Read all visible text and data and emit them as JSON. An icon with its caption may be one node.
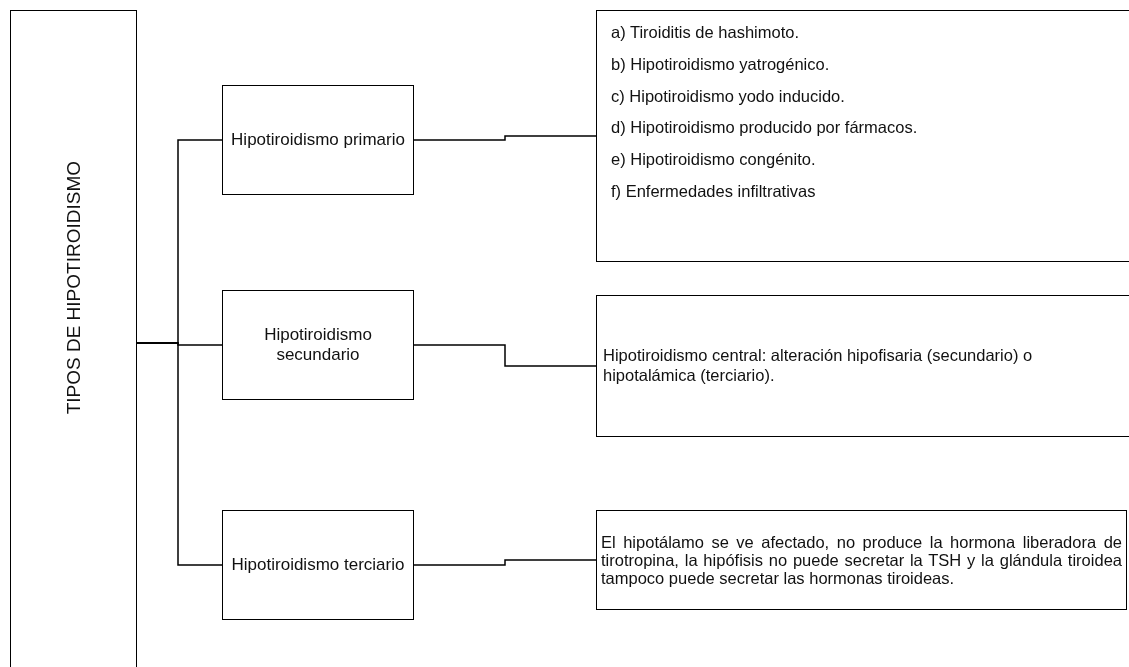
{
  "diagram": {
    "nodes": [
      {
        "text": [
          "TIPOS DE HIPOTIROIDISMO"
        ]
      },
      {
        "text": [
          "Hipotiroidismo primario"
        ]
      },
      {
        "text": [
          "Hipotiroidismo secundario"
        ]
      },
      {
        "text": [
          "Hipotiroidismo terciario"
        ]
      },
      {
        "text": [
          "a) Tiroiditis de hashimoto.",
          "b) Hipotiroidismo yatrogénico.",
          "c) Hipotiroidismo yodo inducido.",
          "d) Hipotiroidismo producido por fármacos.",
          "e) Hipotiroidismo congénito.",
          "f) Enfermedades infiltrativas"
        ]
      },
      {
        "text": [
          "Hipotiroidismo central: alteración hipofisaria (secundario) o hipotalámica (terciario)."
        ]
      },
      {
        "text": [
          "El hipotálamo se ve afectado, no produce la hormona liberadora de tirotropina, la hipófisis no puede secretar la TSH y la glándula tiroidea tampoco puede secretar las hormonas tiroideas."
        ]
      }
    ],
    "edges": [
      {
        "from": 0,
        "to": 1,
        "arrow": "none"
      },
      {
        "from": 0,
        "to": 2,
        "arrow": "none"
      },
      {
        "from": 0,
        "to": 3,
        "arrow": "none"
      },
      {
        "from": 1,
        "to": 4,
        "arrow": "none"
      },
      {
        "from": 2,
        "to": 5,
        "arrow": "none"
      },
      {
        "from": 3,
        "to": 6,
        "arrow": "none"
      }
    ]
  }
}
